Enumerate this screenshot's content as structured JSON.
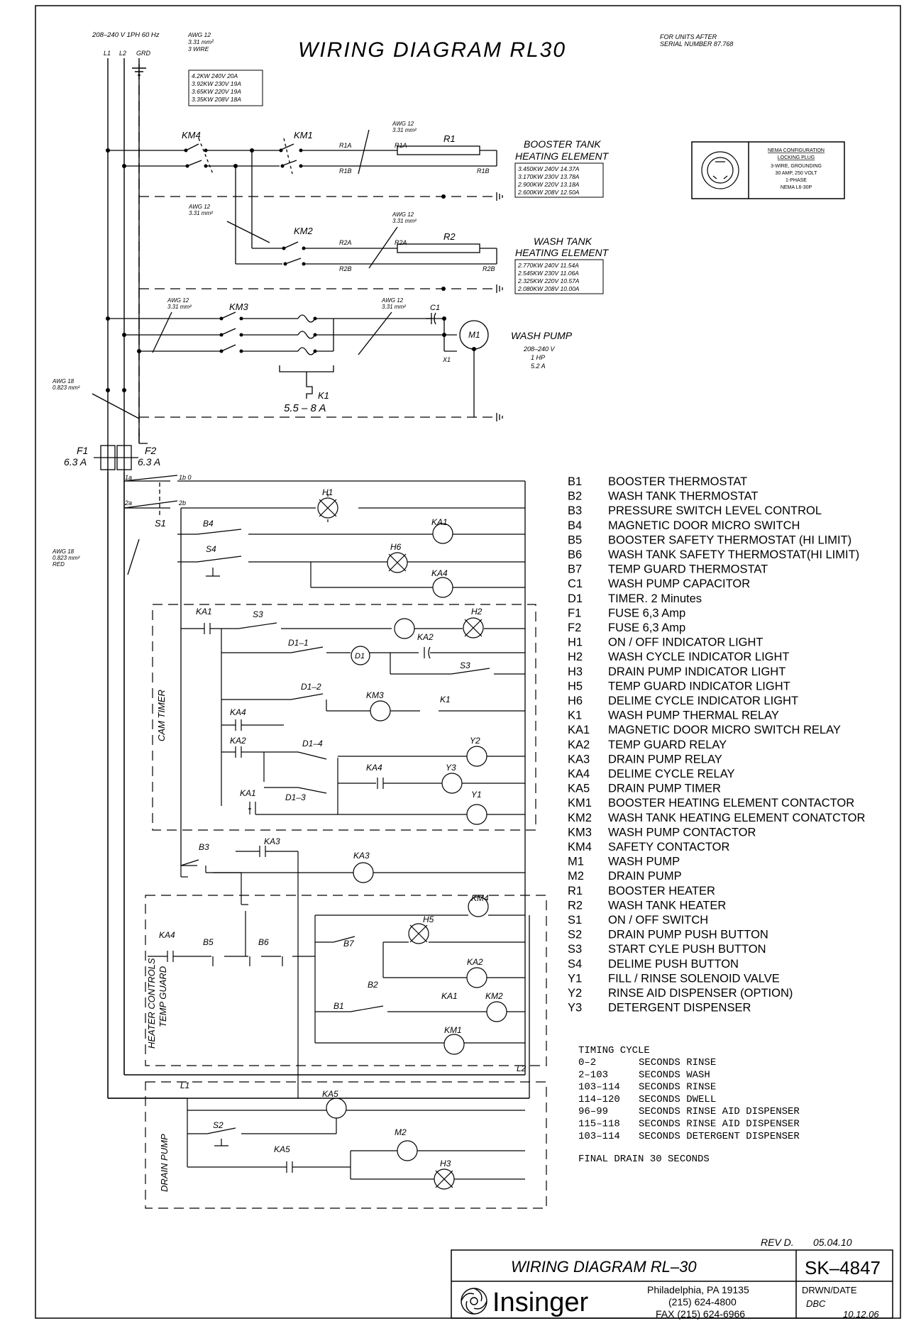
{
  "header": {
    "supply": "208–240 V 1PH 60 Hz",
    "supply_wire_1": "AWG 12",
    "supply_wire_2": "3.31 mm²",
    "supply_wire_3": "3 WIRE",
    "lines": [
      "L1",
      "L2",
      "GRD"
    ],
    "title": "WIRING DIAGRAM RL30",
    "serial_1": "FOR UNITS AFTER",
    "serial_2": "SERIAL NUMBER 87.768"
  },
  "power_ratings": [
    "4.2KW 240V 20A",
    "3.92KW 230V 19A",
    "3.65KW 220V 19A",
    "3.35KW 208V 18A"
  ],
  "booster": {
    "title_1": "BOOSTER TANK",
    "title_2": "HEATING ELEMENT",
    "ratings": [
      "3.450KW 240V 14.37A",
      "3.170KW 230V 13.78A",
      "2.900KW 220V 13.18A",
      "2.600KW 208V 12.50A"
    ]
  },
  "wash_tank": {
    "title_1": "WASH TANK",
    "title_2": "HEATING ELEMENT",
    "ratings": [
      "2.770KW 240V 11.54A",
      "2.545KW 230V 11.06A",
      "2.325KW 220V 10.57A",
      "2.080KW 208V 10.00A"
    ]
  },
  "nema": [
    "NEMA CONFIGURATION",
    "LOCKING PLUG",
    "3-WIRE, GROUNDING",
    "30 AMP, 250 VOLT",
    "1-PHASE",
    "NEMA L6-30P"
  ],
  "wash_pump": {
    "title": "WASH PUMP",
    "l1": "208–240 V",
    "l2": "1 HP",
    "l3": "5.2 A"
  },
  "labels": {
    "km4": "KM4",
    "km1": "KM1",
    "km2": "KM2",
    "km3": "KM3",
    "r1": "R1",
    "r2": "R2",
    "r1a": "R1A",
    "r1b": "R1B",
    "r2a": "R2A",
    "r2b": "R2B",
    "awg12": "AWG 12",
    "mm331": "3.31 mm²",
    "awg18": "AWG 18",
    "mm0823": "0.823 mm²",
    "red": "RED",
    "c1": "C1",
    "m1": "M1",
    "x1": "X1",
    "k1": "K1",
    "k1range": "5.5 – 8 A",
    "f1": "F1",
    "f1a": "6.3 A",
    "f2": "F2",
    "f2a": "6.3 A",
    "cam_timer": "CAM TIMER",
    "heater_controls": "HEATER CONTROLS",
    "temp_guard": "TEMP GUARD",
    "drain_pump": "DRAIN PUMP"
  },
  "legend": [
    {
      "code": "B1",
      "desc": "BOOSTER THERMOSTAT"
    },
    {
      "code": "B2",
      "desc": "WASH TANK THERMOSTAT"
    },
    {
      "code": "B3",
      "desc": "PRESSURE SWITCH LEVEL CONTROL"
    },
    {
      "code": "B4",
      "desc": "MAGNETIC DOOR MICRO SWITCH"
    },
    {
      "code": "B5",
      "desc": "BOOSTER SAFETY THERMOSTAT (HI LIMIT)"
    },
    {
      "code": "B6",
      "desc": "WASH TANK SAFETY THERMOSTAT(HI LIMIT)"
    },
    {
      "code": "B7",
      "desc": "TEMP GUARD THERMOSTAT"
    },
    {
      "code": "C1",
      "desc": "WASH PUMP CAPACITOR"
    },
    {
      "code": "D1",
      "desc": "TIMER. 2 Minutes"
    },
    {
      "code": "F1",
      "desc": "FUSE 6,3 Amp"
    },
    {
      "code": "F2",
      "desc": "FUSE 6,3 Amp"
    },
    {
      "code": "H1",
      "desc": "ON / OFF INDICATOR LIGHT"
    },
    {
      "code": "H2",
      "desc": "WASH CYCLE INDICATOR LIGHT"
    },
    {
      "code": "H3",
      "desc": "DRAIN PUMP INDICATOR LIGHT"
    },
    {
      "code": "H5",
      "desc": "TEMP GUARD INDICATOR LIGHT"
    },
    {
      "code": "H6",
      "desc": "DELIME CYCLE INDICATOR LIGHT"
    },
    {
      "code": "K1",
      "desc": "WASH PUMP THERMAL RELAY"
    },
    {
      "code": "KA1",
      "desc": "MAGNETIC DOOR MICRO SWITCH RELAY"
    },
    {
      "code": "KA2",
      "desc": "TEMP GUARD RELAY"
    },
    {
      "code": "KA3",
      "desc": "DRAIN PUMP RELAY"
    },
    {
      "code": "KA4",
      "desc": "DELIME CYCLE RELAY"
    },
    {
      "code": "KA5",
      "desc": "DRAIN PUMP TIMER"
    },
    {
      "code": "KM1",
      "desc": "BOOSTER HEATING ELEMENT CONTACTOR"
    },
    {
      "code": "KM2",
      "desc": "WASH TANK HEATING ELEMENT CONATCTOR"
    },
    {
      "code": "KM3",
      "desc": "WASH PUMP CONTACTOR"
    },
    {
      "code": "KM4",
      "desc": "SAFETY CONTACTOR"
    },
    {
      "code": "M1",
      "desc": "WASH PUMP"
    },
    {
      "code": "M2",
      "desc": "DRAIN PUMP"
    },
    {
      "code": "R1",
      "desc": "BOOSTER HEATER"
    },
    {
      "code": "R2",
      "desc": "WASH TANK HEATER"
    },
    {
      "code": "S1",
      "desc": "ON / OFF SWITCH"
    },
    {
      "code": "S2",
      "desc": "DRAIN PUMP PUSH BUTTON"
    },
    {
      "code": "S3",
      "desc": "START CYLE PUSH BUTTON"
    },
    {
      "code": "S4",
      "desc": "DELIME PUSH BUTTON"
    },
    {
      "code": "Y1",
      "desc": "FILL / RINSE SOLENOID VALVE"
    },
    {
      "code": "Y2",
      "desc": "RINSE AID DISPENSER (OPTION)"
    },
    {
      "code": "Y3",
      "desc": "DETERGENT DISPENSER"
    }
  ],
  "timing": {
    "title": "TIMING CYCLE",
    "rows": [
      {
        "range": "0–2",
        "desc": "SECONDS RINSE"
      },
      {
        "range": "2–103",
        "desc": "SECONDS WASH"
      },
      {
        "range": "103–114",
        "desc": "SECONDS RINSE"
      },
      {
        "range": "114–120",
        "desc": "SECONDS DWELL"
      },
      {
        "range": "96–99",
        "desc": "SECONDS RINSE AID DISPENSER"
      },
      {
        "range": "115–118",
        "desc": "SECONDS RINSE AID DISPENSER"
      },
      {
        "range": "103–114",
        "desc": "SECONDS DETERGENT DISPENSER"
      }
    ],
    "final": "FINAL DRAIN 30 SECONDS"
  },
  "title_block": {
    "rev": "REV D.",
    "rev_date": "05.04.10",
    "name": "WIRING DIAGRAM RL–30",
    "number": "SK–4847",
    "company": "Insinger",
    "address": "Philadelphia, PA 19135",
    "phone": "(215) 624-4800",
    "fax": "FAX (215) 624-6966",
    "drwn_label": "DRWN/DATE",
    "drwn_by": "DBC",
    "drwn_date": "10.12.06"
  }
}
